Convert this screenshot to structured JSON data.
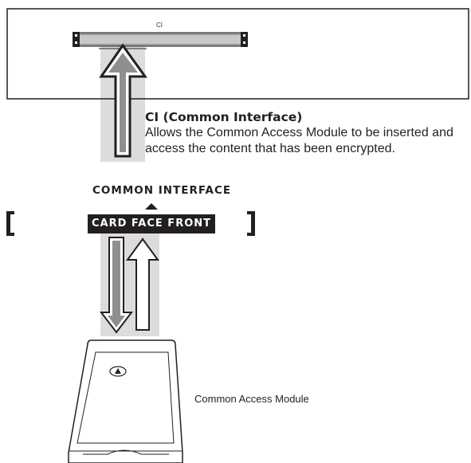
{
  "slot_label": "CI",
  "ci_section": {
    "title": "CI (Common Interface)",
    "description": "Allows the Common Access Module to be inserted and access the content that has been encrypted."
  },
  "card": {
    "interface_label": "COMMON INTERFACE",
    "face_label": "CARD FACE FRONT"
  },
  "module_label": "Common Access Module"
}
